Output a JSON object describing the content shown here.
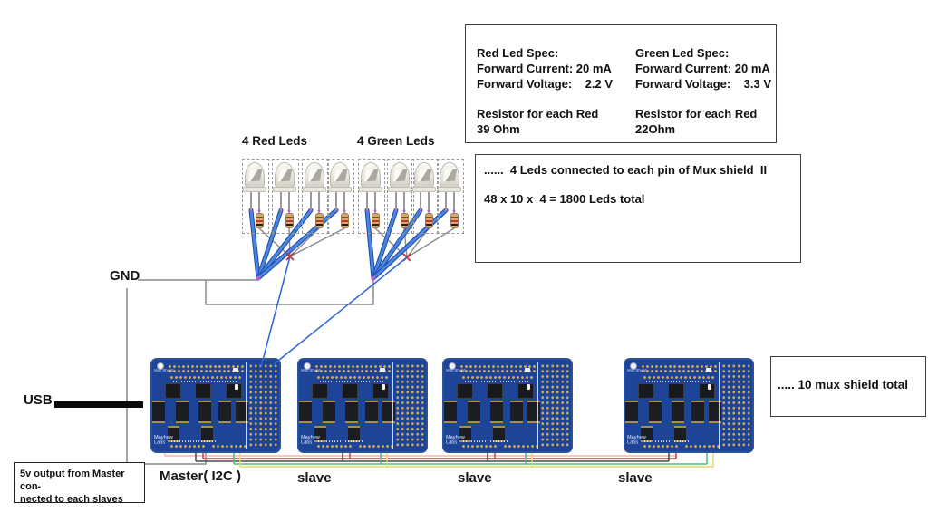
{
  "labels": {
    "gnd": "GND",
    "usb": "USB",
    "red_leds": "4 Red Leds",
    "green_leds": "4 Green Leds",
    "master": "Master( I2C )",
    "slave": "slave"
  },
  "spec_box": {
    "red": {
      "title": "Red Led Spec:",
      "current": "Forward Current: 20 mA",
      "voltage": "Forward Voltage:    2.2 V",
      "resistor_line1": "Resistor for each Red",
      "resistor_line2": "39 Ohm"
    },
    "green": {
      "title": "Green Led Spec:",
      "current": "Forward Current: 20 mA",
      "voltage": "Forward Voltage:    3.3 V",
      "resistor_line1": "Resistor for each Red",
      "resistor_line2": "22Ohm"
    }
  },
  "mux_note_box": {
    "line1": "......  4 Leds connected to each pin of Mux shield  II",
    "line2": "48 x 10 x  4 = 1800 Leds total"
  },
  "mux_total_box": {
    "text": "..... 10 mux shield total"
  },
  "power_note_box": {
    "line1": "5v output from Master con-",
    "line2": "nected to each slaves"
  },
  "board": {
    "silkscreen": "Mux Shield",
    "brand_line1": "Mayhew",
    "brand_line2": "Labs"
  },
  "colors": {
    "board_blue": "#1d4496",
    "wire_blue": "#4d86e0",
    "wire_blue_dark": "#1f4fa8",
    "signal_blue": "#2e63d6",
    "wire_grey": "#8a8a8a",
    "bus_red": "#de382d",
    "bus_light_red": "#f0a8a0",
    "bus_dark": "#4a4a4a",
    "bus_green": "#46c07c",
    "bus_yellow": "#e6d96a",
    "junction_red": "#c92f2f",
    "junction_purple": "#b75fd1",
    "pin_gold": "#d4ad55",
    "usb_black": "#0a0a0a"
  }
}
